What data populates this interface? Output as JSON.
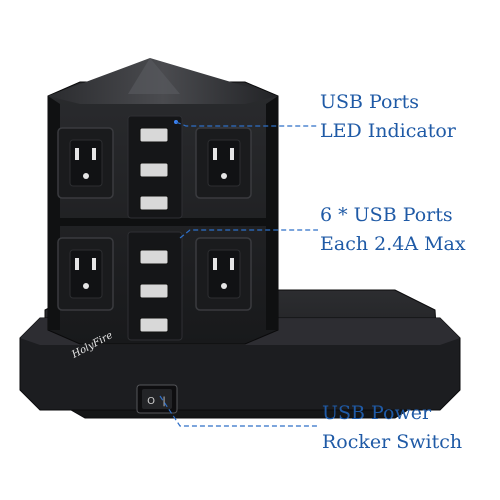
{
  "product": {
    "brand_logo_text": "HolyFire",
    "colors": {
      "body": "#1e1f21",
      "accent_text": "#1f5aa6",
      "leader_line": "#2e6fc7",
      "led": "#3b82f6"
    }
  },
  "callouts": [
    {
      "line1": "USB Ports",
      "line2": "LED Indicator"
    },
    {
      "line1": "6 * USB Ports",
      "line2": "Each 2.4A Max"
    },
    {
      "line1": "USB Power",
      "line2": "Rocker Switch"
    }
  ],
  "switch_labels": {
    "on": "|",
    "off": "O"
  }
}
